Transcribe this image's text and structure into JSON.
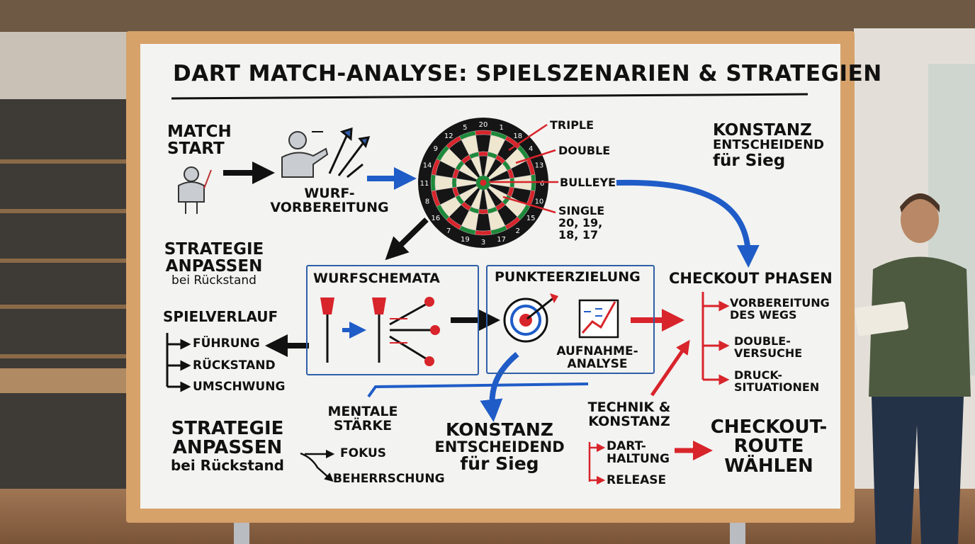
{
  "title": "DART MATCH-ANALYSE: SPIELSZENARIEN & STRATEGIEN",
  "match_start": [
    "MATCH",
    "START"
  ],
  "wurf_vorbereitung": [
    "WURF-",
    "VORBEREITUNG"
  ],
  "board_numbers": [
    "20",
    "1",
    "18",
    "4",
    "13",
    "6",
    "10",
    "15",
    "2",
    "17",
    "3",
    "19",
    "7",
    "16",
    "8",
    "11",
    "14",
    "9",
    "12",
    "5"
  ],
  "board_labels": {
    "triple": "TRIPLE",
    "double": "DOUBLE",
    "bullseye": "BULLEYE",
    "single": "SINGLE",
    "single_values": [
      "20, 19,",
      "18, 17"
    ]
  },
  "konstanz_top": {
    "line1": "KONSTANZ",
    "line2": "ENTSCHEIDEND",
    "line3": "für Sieg"
  },
  "strategie_top": {
    "line1": "STRATEGIE",
    "line2": "ANPASSEN",
    "line3": "bei Rückstand"
  },
  "spielverlauf": {
    "title": "SPIELVERLAUF",
    "items": [
      "FÜHRUNG",
      "RÜCKSTAND",
      "UMSCHWUNG"
    ]
  },
  "wurfschemata": {
    "title": "WURFSCHEMATA"
  },
  "punkteerzielung": {
    "title": "PUNKTEERZIELUNG",
    "sub": [
      "AUFNAHME-",
      "ANALYSE"
    ]
  },
  "checkout_phasen": {
    "title": "CHECKOUT PHASEN",
    "items": [
      [
        "VORBEREITUNG",
        "DES WEGS"
      ],
      [
        "DOUBLE-",
        "VERSUCHE"
      ],
      [
        "DRUCK-",
        "SITUATIONEN"
      ]
    ]
  },
  "mentale_staerke": {
    "title": [
      "MENTALE",
      "STÄRKE"
    ],
    "items": [
      "FOKUS",
      "BEHERRSCHUNG"
    ]
  },
  "strategie_bottom": {
    "line1": "STRATEGIE",
    "line2": "ANPASSEN",
    "line3": "bei Rückstand"
  },
  "konstanz_bottom": {
    "line1": "KONSTANZ",
    "line2": "ENTSCHEIDEND",
    "line3": "für Sieg"
  },
  "technik": {
    "title": [
      "TECHNIK &",
      "KONSTANZ"
    ],
    "items": [
      [
        "DART-",
        "HALTUNG"
      ],
      [
        "RELEASE"
      ]
    ]
  },
  "checkout_route": [
    "CHECKOUT-",
    "ROUTE",
    "WÄHLEN"
  ],
  "colors": {
    "blue": "#1f5cc7",
    "red": "#d8242b",
    "black": "#111111",
    "frame": "#d6a26a"
  }
}
